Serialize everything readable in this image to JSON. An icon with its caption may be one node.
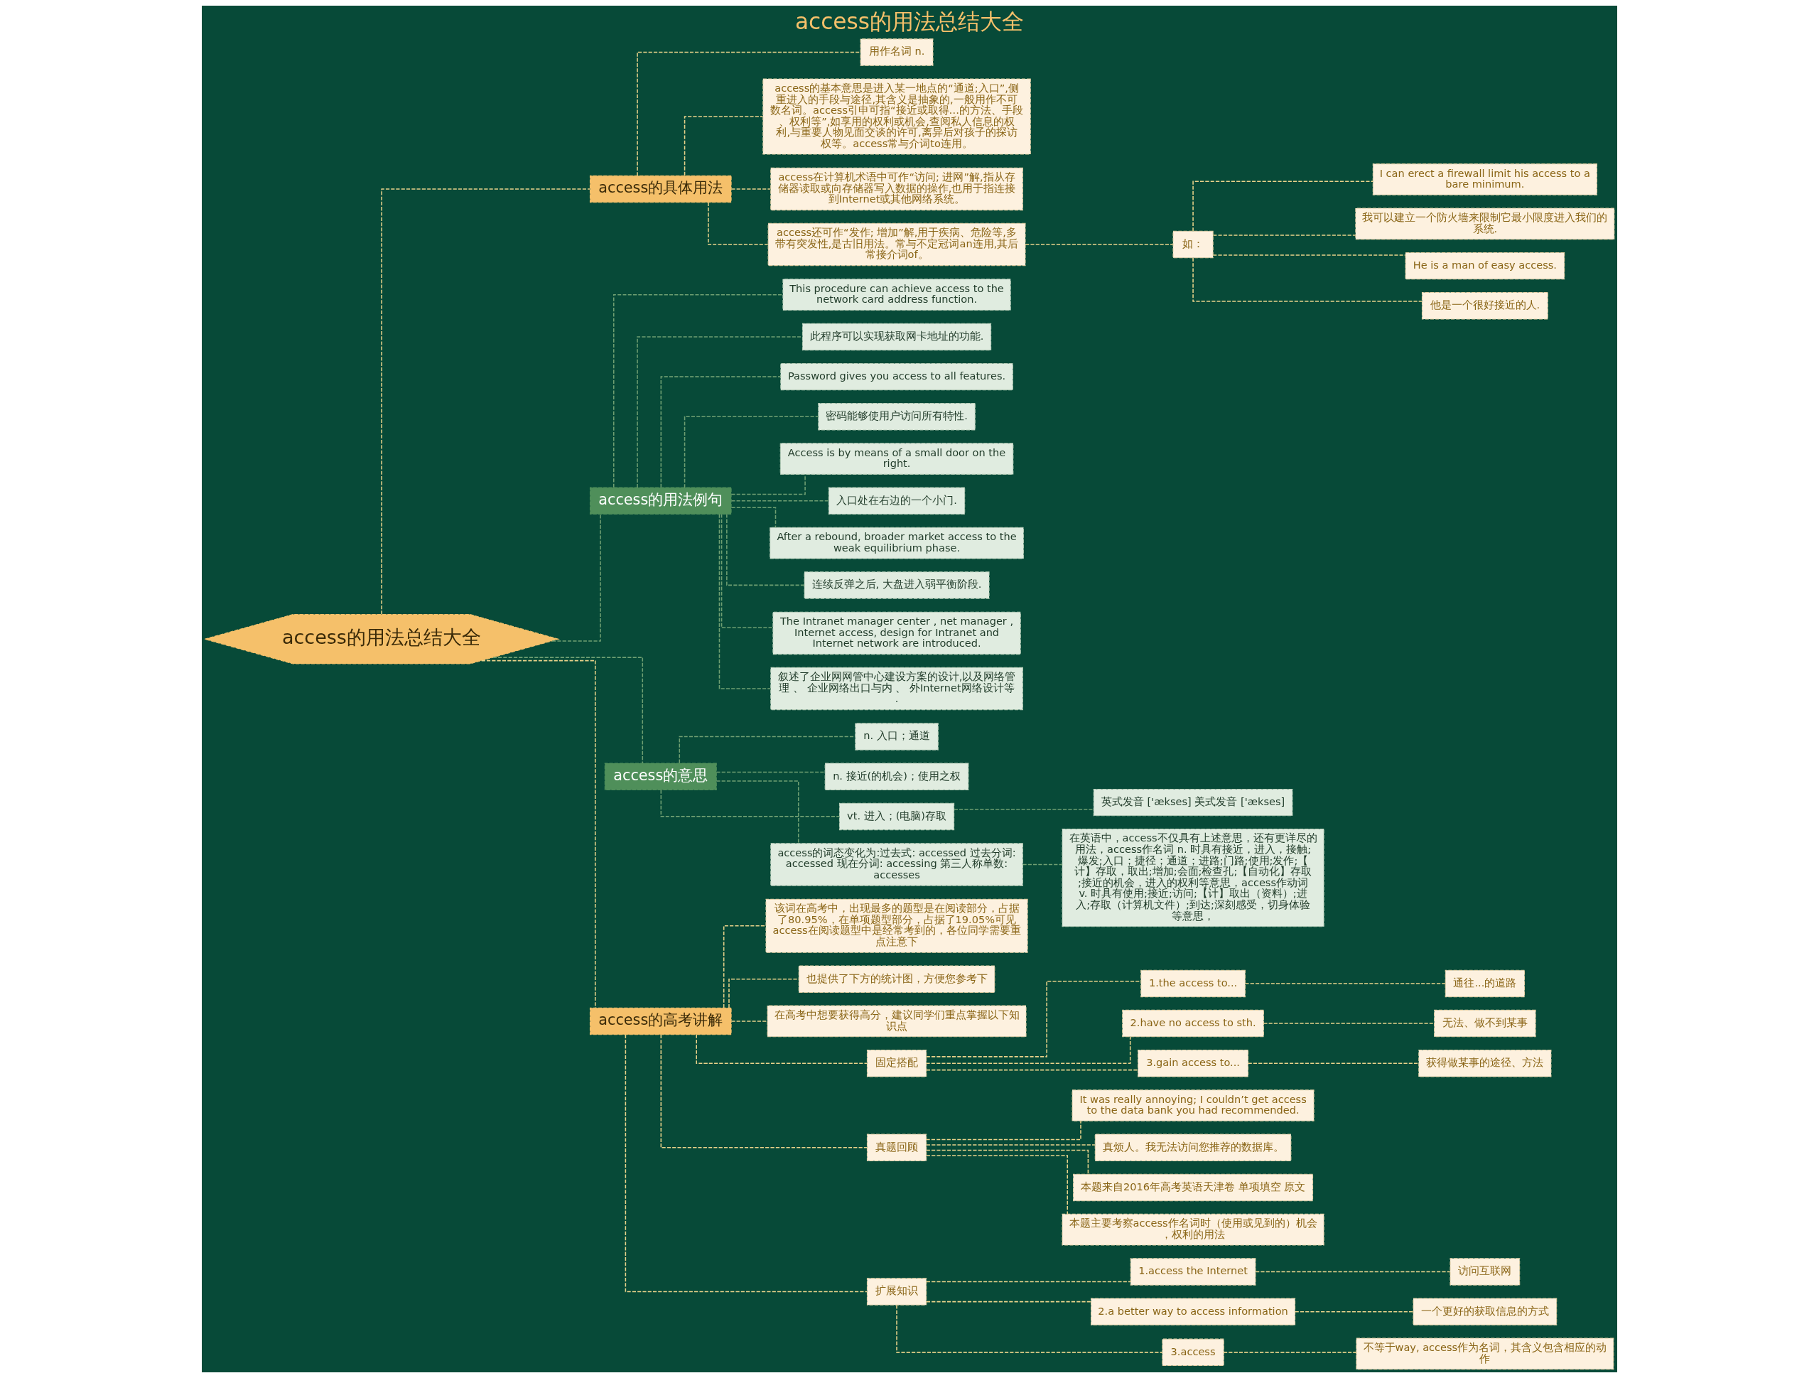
{
  "diagram": {
    "title": "access的用法总结大全",
    "nodes": [
      {
        "text": [
          "access的用法总结大全"
        ]
      },
      {
        "text": [
          "access的具体用法"
        ]
      },
      {
        "text": [
          "用作名词 n."
        ]
      },
      {
        "text": [
          "access的基本意思是进入某一地点的“通道;入口”,侧重进入的手段与途径,其含义是抽象的,一般用作不可数名词。access引申可指“接近或取得…的方法、手段、权利等”,如享用的权利或机会,查阅私人信息的权利,与重要人物见面交谈的许可,离异后对孩子的探访权等。access常与介词to连用。"
        ]
      },
      {
        "text": [
          "access在计算机术语中可作“访问; 进网”解,指从存储器读取或向存储器写入数据的操作,也用于指连接到Internet或其他网络系统。"
        ]
      },
      {
        "text": [
          "access还可作“发作; 增加”解,用于疾病、危险等,多带有突发性,是古旧用法。常与不定冠词an连用,其后常接介词of。"
        ]
      },
      {
        "text": [
          "如："
        ]
      },
      {
        "text": [
          "I can erect a firewall limit his access to a bare minimum."
        ]
      },
      {
        "text": [
          "我可以建立一个防火墙来限制它最小限度进入我们的系统."
        ]
      },
      {
        "text": [
          "He is a man of easy access."
        ]
      },
      {
        "text": [
          "他是一个很好接近的人."
        ]
      },
      {
        "text": [
          "access的用法例句"
        ]
      },
      {
        "text": [
          "This procedure can achieve access to the network card address function."
        ]
      },
      {
        "text": [
          "此程序可以实现获取网卡地址的功能."
        ]
      },
      {
        "text": [
          "Password gives you access to all features."
        ]
      },
      {
        "text": [
          "密码能够使用户访问所有特性."
        ]
      },
      {
        "text": [
          "Access is by means of a small door on the right."
        ]
      },
      {
        "text": [
          "入口处在右边的一个小门."
        ]
      },
      {
        "text": [
          "After a rebound, broader market access to the weak equilibrium phase."
        ]
      },
      {
        "text": [
          "连续反弹之后, 大盘进入弱平衡阶段."
        ]
      },
      {
        "text": [
          "The Intranet manager center , net manager , Internet access, design for Intranet and Internet network are introduced."
        ]
      },
      {
        "text": [
          "叙述了企业网网管中心建设方案的设计,以及网络管理 、 企业网络出口与内 、 外Internet网络设计等."
        ]
      },
      {
        "text": [
          "access的意思"
        ]
      },
      {
        "text": [
          "n. 入口；通道"
        ]
      },
      {
        "text": [
          "n. 接近(的机会)；使用之权"
        ]
      },
      {
        "text": [
          "vt. 进入；(电脑)存取"
        ]
      },
      {
        "text": [
          "英式发音 ['ækses] 美式发音 ['ækses]"
        ]
      },
      {
        "text": [
          "access的词态变化为:过去式: accessed 过去分词: accessed 现在分词: accessing 第三人称单数: accesses"
        ]
      },
      {
        "text": [
          "在英语中，access不仅具有上述意思，还有更详尽的用法，access作名词 n. 时具有接近，进入，接触;爆发;入口；捷径；通道；进路;门路;使用;发作;【计】存取，取出;增加;会面;检查孔;【自动化】存取;接近的机会，进入的权利等意思，access作动词 v. 时具有使用;接近;访问;【计】取出（资料）;进入;存取（计算机文件）;到达;深刻感受，切身体验等意思，"
        ]
      },
      {
        "text": [
          "access的高考讲解"
        ]
      },
      {
        "text": [
          "该词在高考中，出现最多的题型是在阅读部分，占据了80.95%，在单项题型部分，占据了19.05%可见access在阅读题型中是经常考到的，各位同学需要重点注意下"
        ]
      },
      {
        "text": [
          "也提供了下方的统计图，方便您参考下"
        ]
      },
      {
        "text": [
          "在高考中想要获得高分，建议同学们重点掌握以下知识点"
        ]
      },
      {
        "text": [
          "固定搭配"
        ]
      },
      {
        "text": [
          "1.the access to..."
        ]
      },
      {
        "text": [
          "通往...的道路"
        ]
      },
      {
        "text": [
          "2.have no access to sth."
        ]
      },
      {
        "text": [
          "无法、做不到某事"
        ]
      },
      {
        "text": [
          "3.gain access to..."
        ]
      },
      {
        "text": [
          "获得做某事的途径、方法"
        ]
      },
      {
        "text": [
          "真题回顾"
        ]
      },
      {
        "text": [
          "It was really annoying; I couldn’t get access to the data bank you had recommended."
        ]
      },
      {
        "text": [
          "真烦人。我无法访问您推荐的数据库。"
        ]
      },
      {
        "text": [
          "本题来自2016年高考英语天津卷 单项填空 原文"
        ]
      },
      {
        "text": [
          "本题主要考察access作名词时（使用或见到的）机会，权利的用法"
        ]
      },
      {
        "text": [
          "扩展知识"
        ]
      },
      {
        "text": [
          "1.access the Internet"
        ]
      },
      {
        "text": [
          "访问互联网"
        ]
      },
      {
        "text": [
          "2.a better way to access information"
        ]
      },
      {
        "text": [
          "一个更好的获取信息的方式"
        ]
      },
      {
        "text": [
          "3.access"
        ]
      },
      {
        "text": [
          "不等于way, access作为名词，其含义包含相应的动作"
        ]
      }
    ],
    "edges": [
      {
        "from": 0,
        "to": 1,
        "arrow": "none"
      },
      {
        "from": 1,
        "to": 2,
        "arrow": "none"
      },
      {
        "from": 1,
        "to": 3,
        "arrow": "none"
      },
      {
        "from": 1,
        "to": 4,
        "arrow": "none"
      },
      {
        "from": 1,
        "to": 5,
        "arrow": "none"
      },
      {
        "from": 5,
        "to": 6,
        "arrow": "none"
      },
      {
        "from": 6,
        "to": 7,
        "arrow": "none"
      },
      {
        "from": 6,
        "to": 8,
        "arrow": "none"
      },
      {
        "from": 6,
        "to": 9,
        "arrow": "none"
      },
      {
        "from": 6,
        "to": 10,
        "arrow": "none"
      },
      {
        "from": 0,
        "to": 11,
        "arrow": "none",
        "color": "#6f9f72"
      },
      {
        "from": 11,
        "to": 12,
        "arrow": "none",
        "color": "#6f9f72"
      },
      {
        "from": 11,
        "to": 13,
        "arrow": "none",
        "color": "#6f9f72"
      },
      {
        "from": 11,
        "to": 14,
        "arrow": "none",
        "color": "#6f9f72"
      },
      {
        "from": 11,
        "to": 15,
        "arrow": "none",
        "color": "#6f9f72"
      },
      {
        "from": 11,
        "to": 16,
        "arrow": "none",
        "color": "#6f9f72"
      },
      {
        "from": 11,
        "to": 17,
        "arrow": "none",
        "color": "#6f9f72"
      },
      {
        "from": 11,
        "to": 18,
        "arrow": "none",
        "color": "#6f9f72"
      },
      {
        "from": 11,
        "to": 19,
        "arrow": "none",
        "color": "#6f9f72"
      },
      {
        "from": 11,
        "to": 20,
        "arrow": "none",
        "color": "#6f9f72"
      },
      {
        "from": 11,
        "to": 21,
        "arrow": "none",
        "color": "#6f9f72"
      },
      {
        "from": 0,
        "to": 22,
        "arrow": "none",
        "color": "#6f9f72"
      },
      {
        "from": 22,
        "to": 23,
        "arrow": "none",
        "color": "#6f9f72"
      },
      {
        "from": 22,
        "to": 24,
        "arrow": "none",
        "color": "#6f9f72"
      },
      {
        "from": 22,
        "to": 25,
        "arrow": "none",
        "color": "#6f9f72"
      },
      {
        "from": 25,
        "to": 26,
        "arrow": "none",
        "color": "#6f9f72"
      },
      {
        "from": 22,
        "to": 27,
        "arrow": "none",
        "color": "#6f9f72"
      },
      {
        "from": 27,
        "to": 28,
        "arrow": "none",
        "color": "#6f9f72"
      },
      {
        "from": 0,
        "to": 29,
        "arrow": "none"
      },
      {
        "from": 29,
        "to": 30,
        "arrow": "none"
      },
      {
        "from": 29,
        "to": 31,
        "arrow": "none"
      },
      {
        "from": 29,
        "to": 32,
        "arrow": "none"
      },
      {
        "from": 29,
        "to": 33,
        "arrow": "none"
      },
      {
        "from": 33,
        "to": 34,
        "arrow": "none"
      },
      {
        "from": 34,
        "to": 35,
        "arrow": "none"
      },
      {
        "from": 33,
        "to": 36,
        "arrow": "none"
      },
      {
        "from": 36,
        "to": 37,
        "arrow": "none"
      },
      {
        "from": 33,
        "to": 38,
        "arrow": "none"
      },
      {
        "from": 38,
        "to": 39,
        "arrow": "none"
      },
      {
        "from": 29,
        "to": 40,
        "arrow": "none"
      },
      {
        "from": 40,
        "to": 41,
        "arrow": "none"
      },
      {
        "from": 40,
        "to": 42,
        "arrow": "none"
      },
      {
        "from": 40,
        "to": 43,
        "arrow": "none"
      },
      {
        "from": 40,
        "to": 44,
        "arrow": "none"
      },
      {
        "from": 29,
        "to": 45,
        "arrow": "none"
      },
      {
        "from": 45,
        "to": 46,
        "arrow": "none"
      },
      {
        "from": 46,
        "to": 47,
        "arrow": "none"
      },
      {
        "from": 45,
        "to": 48,
        "arrow": "none"
      },
      {
        "from": 48,
        "to": 49,
        "arrow": "none"
      },
      {
        "from": 45,
        "to": 50,
        "arrow": "none"
      },
      {
        "from": 50,
        "to": 51,
        "arrow": "none"
      }
    ]
  }
}
